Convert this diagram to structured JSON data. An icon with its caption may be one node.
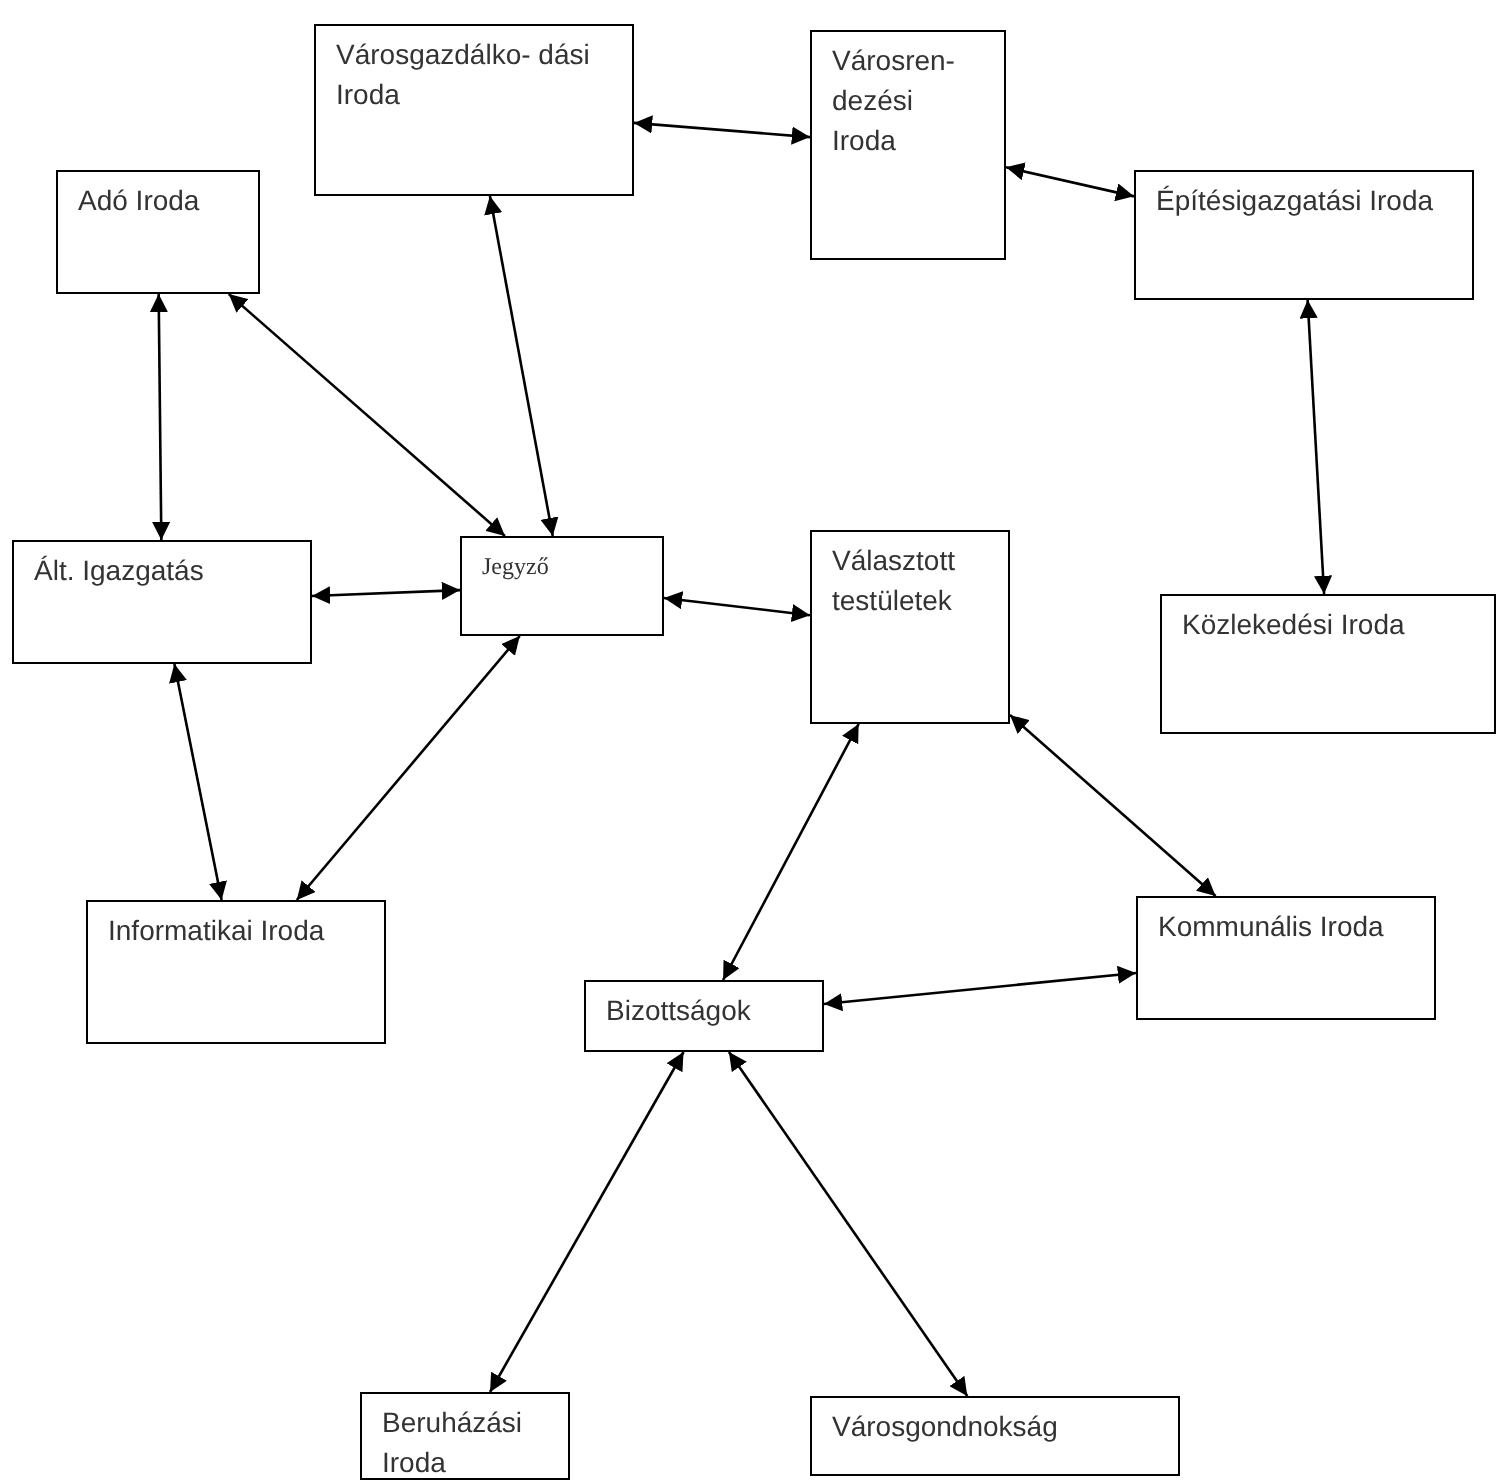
{
  "diagram": {
    "nodes": [
      {
        "text": [
          "Városgazdálko- dási Iroda"
        ]
      },
      {
        "text": [
          "Adó Iroda"
        ]
      },
      {
        "text": [
          "Városren- dezési Iroda"
        ]
      },
      {
        "text": [
          "Építésigazgatási Iroda"
        ]
      },
      {
        "text": [
          "Ált. Igazgatás"
        ]
      },
      {
        "text": [
          "Jegyző"
        ]
      },
      {
        "text": [
          "Választott testületek"
        ]
      },
      {
        "text": [
          "Közlekedési Iroda"
        ]
      },
      {
        "text": [
          "Informatikai Iroda"
        ]
      },
      {
        "text": [
          "Bizottságok"
        ]
      },
      {
        "text": [
          "Kommunális Iroda"
        ]
      },
      {
        "text": [
          "Beruházási Iroda"
        ]
      },
      {
        "text": [
          "Városgondnokság"
        ]
      }
    ],
    "edges": [
      {
        "from": 0,
        "to": 2,
        "arrow": "both"
      },
      {
        "from": 2,
        "to": 3,
        "arrow": "both"
      },
      {
        "from": 1,
        "to": 5,
        "arrow": "both"
      },
      {
        "from": 0,
        "to": 5,
        "arrow": "both"
      },
      {
        "from": 1,
        "to": 4,
        "arrow": "both"
      },
      {
        "from": 3,
        "to": 7,
        "arrow": "both"
      },
      {
        "from": 4,
        "to": 5,
        "arrow": "both"
      },
      {
        "from": 5,
        "to": 6,
        "arrow": "both"
      },
      {
        "from": 4,
        "to": 8,
        "arrow": "both"
      },
      {
        "from": 5,
        "to": 8,
        "arrow": "both"
      },
      {
        "from": 9,
        "to": 6,
        "arrow": "both"
      },
      {
        "from": 6,
        "to": 10,
        "arrow": "both"
      },
      {
        "from": 9,
        "to": 10,
        "arrow": "both"
      },
      {
        "from": 9,
        "to": 11,
        "arrow": "both"
      },
      {
        "from": 9,
        "to": 12,
        "arrow": "both"
      }
    ]
  }
}
